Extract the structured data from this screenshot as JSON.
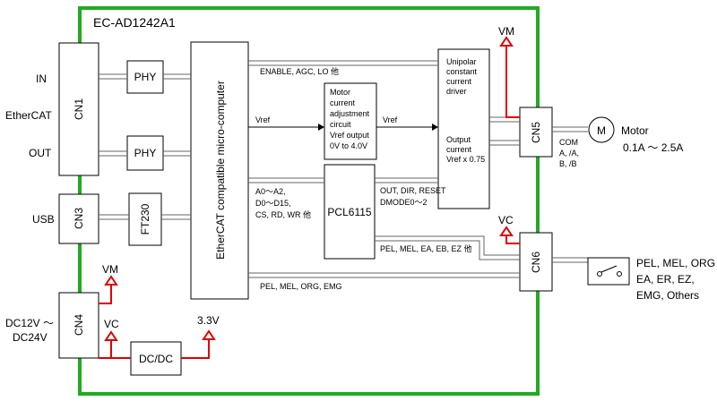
{
  "board": {
    "name": "EC-AD1242A1",
    "border_color": "#22aa22"
  },
  "left": {
    "in": "IN",
    "ethercat": "EtherCAT",
    "out": "OUT",
    "usb": "USB",
    "power": [
      "DC12V ～",
      "DC24V"
    ]
  },
  "connectors": {
    "cn1": "CN1",
    "cn3": "CN3",
    "cn4": "CN4",
    "cn5": "CN5",
    "cn6": "CN6"
  },
  "blocks": {
    "phy": "PHY",
    "ft230": "FT230",
    "mcu": "EtherCAT compatible micro-computer",
    "motor_adj": [
      "Motor",
      "current",
      "adjustment",
      "circuit",
      "Vref output",
      "0V to 4.0V"
    ],
    "pcl": "PCL6115",
    "driver_top": [
      "Unipolar",
      "constant",
      "current",
      "driver"
    ],
    "driver_bottom": [
      "Output",
      "current",
      "Vref x 0.75"
    ],
    "dcdc": "DC/DC"
  },
  "signals": {
    "enable": "ENABLE, AGC, LO 他",
    "vref_in": "Vref",
    "vref_out": "Vref",
    "addr": [
      "A0～A2,",
      "D0～D15,",
      "CS, RD, WR 他"
    ],
    "outdir": [
      "OUT, DIR, RESET",
      "DMODE0～2"
    ],
    "pel1": "PEL, MEL, EA, EB, EZ 他",
    "pel2": "PEL, MEL, ORG, EMG",
    "com": [
      "COM",
      "A, /A,",
      "B, /B"
    ]
  },
  "power_labels": {
    "vm_top": "VM",
    "vc_right": "VC",
    "vm_left": "VM",
    "vc_left": "VC",
    "v33": "3.3V"
  },
  "motor": {
    "symbol": "M",
    "label": "Motor",
    "range": "0.1A ～ 2.5A"
  },
  "sensors": [
    "PEL, MEL, ORG",
    "EA, ER, EZ,",
    "EMG, Others"
  ],
  "colors": {
    "board": "#22aa22",
    "power": "#e00000"
  }
}
